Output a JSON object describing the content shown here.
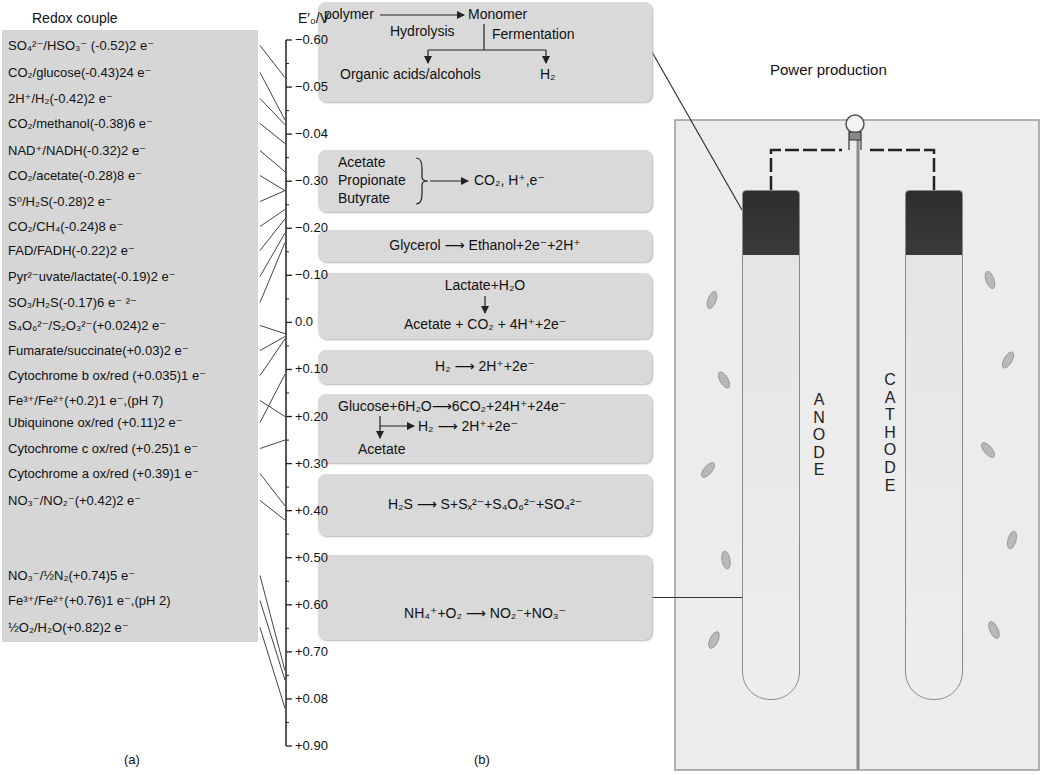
{
  "diagram": {
    "nodes": [
      {
        "text": [
          "SO₄²⁻/HSO₃⁻ (-0.52)2 e⁻",
          "CO₂/glucose(-0.43)24 e⁻",
          "2H⁺/H₂(-0.42)2 e⁻",
          "CO₂/methanol(-0.38)6 e⁻",
          "NAD⁺/NADH(-0.32)2 e⁻",
          "CO₂/acetate(-0.28)8 e⁻",
          "S⁰/H₂S(-0.28)2 e⁻",
          "CO₂/CH₄(-0.24)8 e⁻",
          "FAD/FADH(-0.22)2 e⁻",
          "Pyr²⁻uvate/lactate(-0.19)2 e⁻",
          "SO₃/H₂S(-0.17)6 e⁻ ²⁻",
          "S₄O₆²⁻/S₂O₃²⁻(+0.024)2 e⁻",
          "Fumarate/succinate(+0.03)2 e⁻",
          "Cytochrome b ox/red (+0.035)1 e⁻",
          "Fe³⁺/Fe²⁺(+0.2)1 e⁻,(pH 7)",
          "Ubiquinone ox/red (+0.11)2 e⁻",
          "Cytochrome c ox/red (+0.25)1 e⁻",
          "Cytochrome a ox/red (+0.39)1 e⁻",
          "NO₃⁻/NO₂⁻(+0.42)2 e⁻",
          "NO₃⁻/½N₂(+0.74)5 e⁻",
          "Fe³⁺/Fe²⁺(+0.76)1 e⁻,(pH 2)",
          "½O₂/H₂O(+0.82)2 e⁻"
        ]
      },
      {
        "text": [
          "polymer",
          "Monomer",
          "Hydrolysis",
          "Fermentation",
          "Organic acids/alcohols",
          "H₂"
        ]
      },
      {
        "text": [
          "Acetate",
          "Propionate",
          "Butyrate",
          "CO₂, H⁺,e⁻"
        ]
      },
      {
        "text": [
          "Glycerol ⟶ Ethanol+2e⁻+2H⁺"
        ]
      },
      {
        "text": [
          "Lactate+H₂O",
          "Acetate + CO₂ + 4H⁺+2e⁻"
        ]
      },
      {
        "text": [
          "H₂ ⟶ 2H⁺+2e⁻"
        ]
      },
      {
        "text": [
          "Glucose+6H₂O⟶6CO₂+24H⁺+24e⁻",
          "H₂ ⟶ 2H⁺+2e⁻",
          "Acetate"
        ]
      },
      {
        "text": [
          "H₂S ⟶ S+Sₓ²⁻+S₄O₆²⁻+SO₄²⁻"
        ]
      },
      {
        "text": [
          "NH₄⁺+O₂ ⟶ NO₂⁻+NO₃⁻"
        ]
      },
      {
        "text": [
          "ANODE"
        ]
      },
      {
        "text": [
          "CATHODE"
        ]
      }
    ],
    "edges": [
      {
        "from": 1,
        "to": 9,
        "arrow": "none"
      },
      {
        "from": 8,
        "to": 9,
        "arrow": "none"
      }
    ],
    "labels": [
      "Redox couple",
      "E′₀/V",
      "−0.60",
      "−0.05",
      "−0.04",
      "−0.30",
      "−0.20",
      "−0.10",
      "0.0",
      "+0.10",
      "+0.20",
      "+0.30",
      "+0.40",
      "+0.50",
      "+0.60",
      "+0.70",
      "+0.08",
      "+0.90",
      "Power production",
      "(a)",
      "(b)"
    ]
  }
}
